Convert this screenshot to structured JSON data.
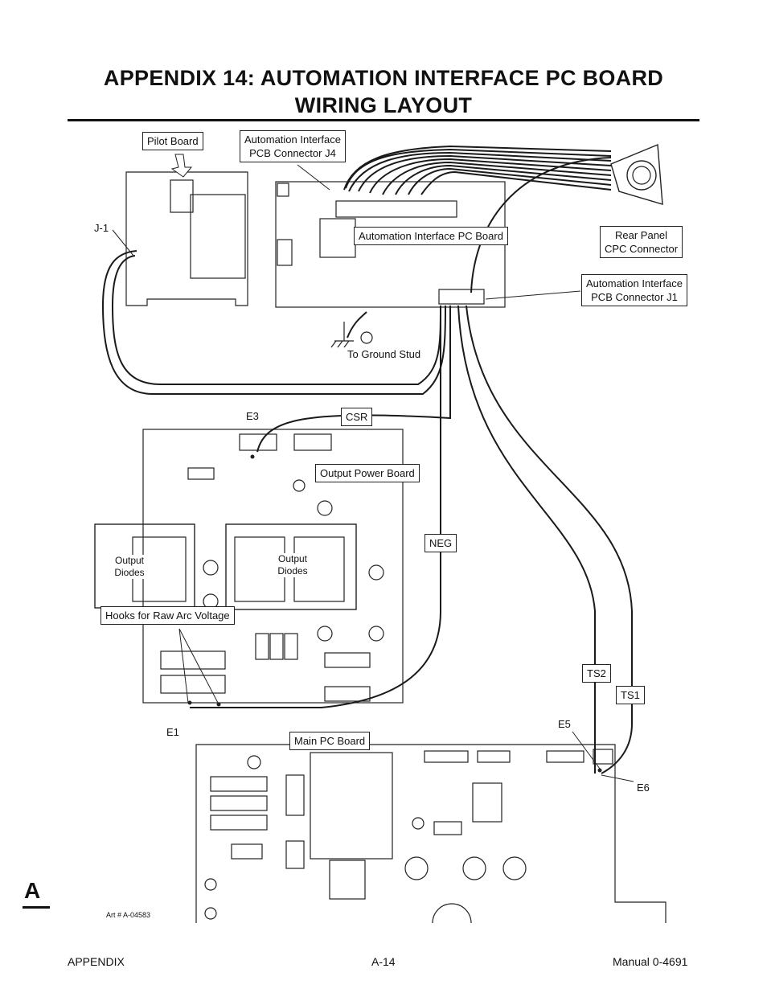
{
  "title_line1": "APPENDIX 14:  AUTOMATION INTERFACE PC BOARD",
  "title_line2": "WIRING LAYOUT",
  "callouts": {
    "pilot_board": "Pilot Board",
    "j4_line1": "Automation Interface",
    "j4_line2": "PCB Connector J4",
    "aipc_board": "Automation Interface PC Board",
    "cpc_line1": "Rear Panel",
    "cpc_line2": "CPC Connector",
    "j1_line1": "Automation Interface",
    "j1_line2": "PCB Connector J1",
    "output_power_board": "Output Power Board",
    "csr": "CSR",
    "neg": "NEG",
    "hooks": "Hooks for Raw Arc Voltage",
    "main_pc_board": "Main PC  Board",
    "ts2": "TS2",
    "ts1": "TS1",
    "diodes_line1": "Output",
    "diodes_line2": "Diodes"
  },
  "labels": {
    "j1_pilot": "J-1",
    "ground": "To Ground Stud",
    "e3": "E3",
    "e1": "E1",
    "e5": "E5",
    "e6": "E6"
  },
  "art_number": "Art # A-04583",
  "tab_letter": "A",
  "footer": {
    "left": "APPENDIX",
    "center": "A-14",
    "right": "Manual 0-4691"
  }
}
